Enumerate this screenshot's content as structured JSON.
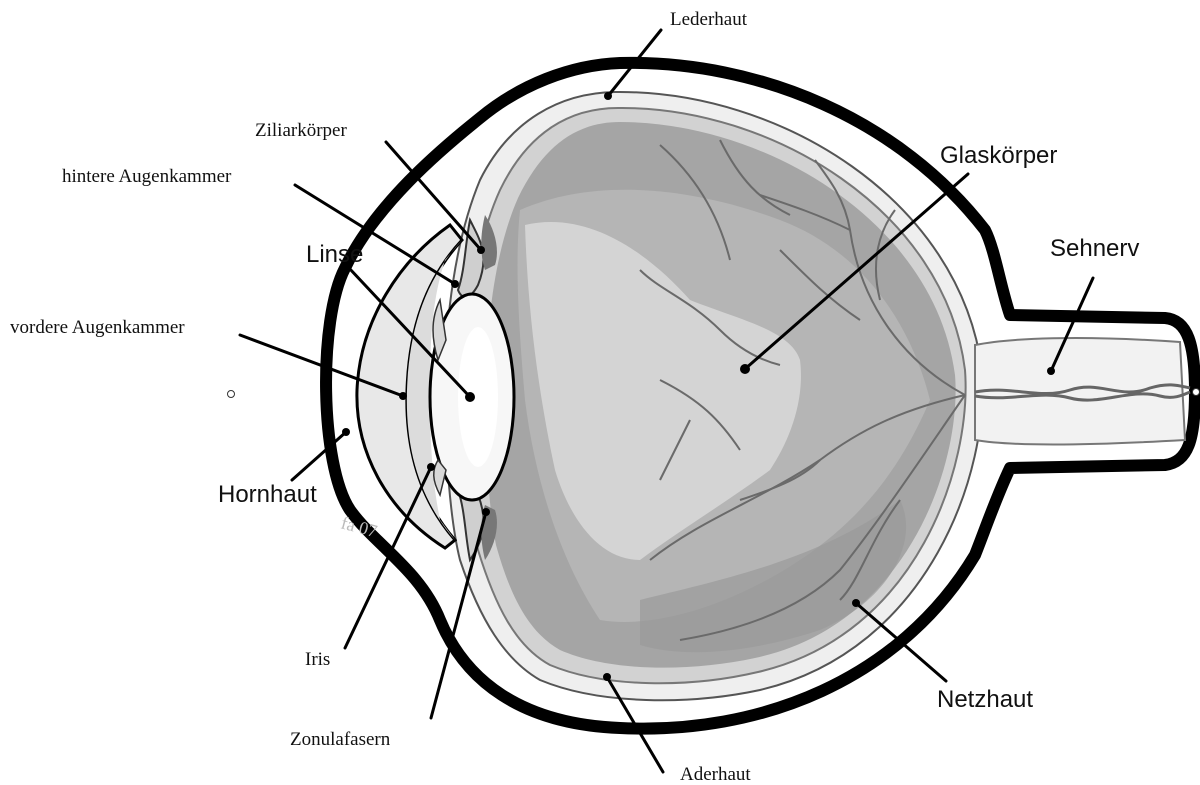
{
  "labels": {
    "lederhaut": "Lederhaut",
    "ziliarkoerper": "Ziliarkörper",
    "hintere_augenkammer": "hintere Augenkammer",
    "linse": "Linse",
    "vordere_augenkammer": "vordere Augenkammer",
    "hornhaut": "Hornhaut",
    "iris": "Iris",
    "zonulafasern": "Zonulafasern",
    "aderhaut": "Aderhaut",
    "netzhaut": "Netzhaut",
    "sehnerv": "Sehnerv",
    "glaskoerper": "Glaskörper"
  },
  "colors": {
    "sclera": "#000000",
    "outer_band": "#efefef",
    "choroid": "#c9c9c9",
    "vitreous_dark": "#a3a3a3",
    "vitreous_mid": "#b3b3b3",
    "vitreous_light": "#d2d2d2",
    "lens": "#f7f7f7",
    "nerve": "#f2f2f2",
    "vessel": "#6a6a6a"
  }
}
